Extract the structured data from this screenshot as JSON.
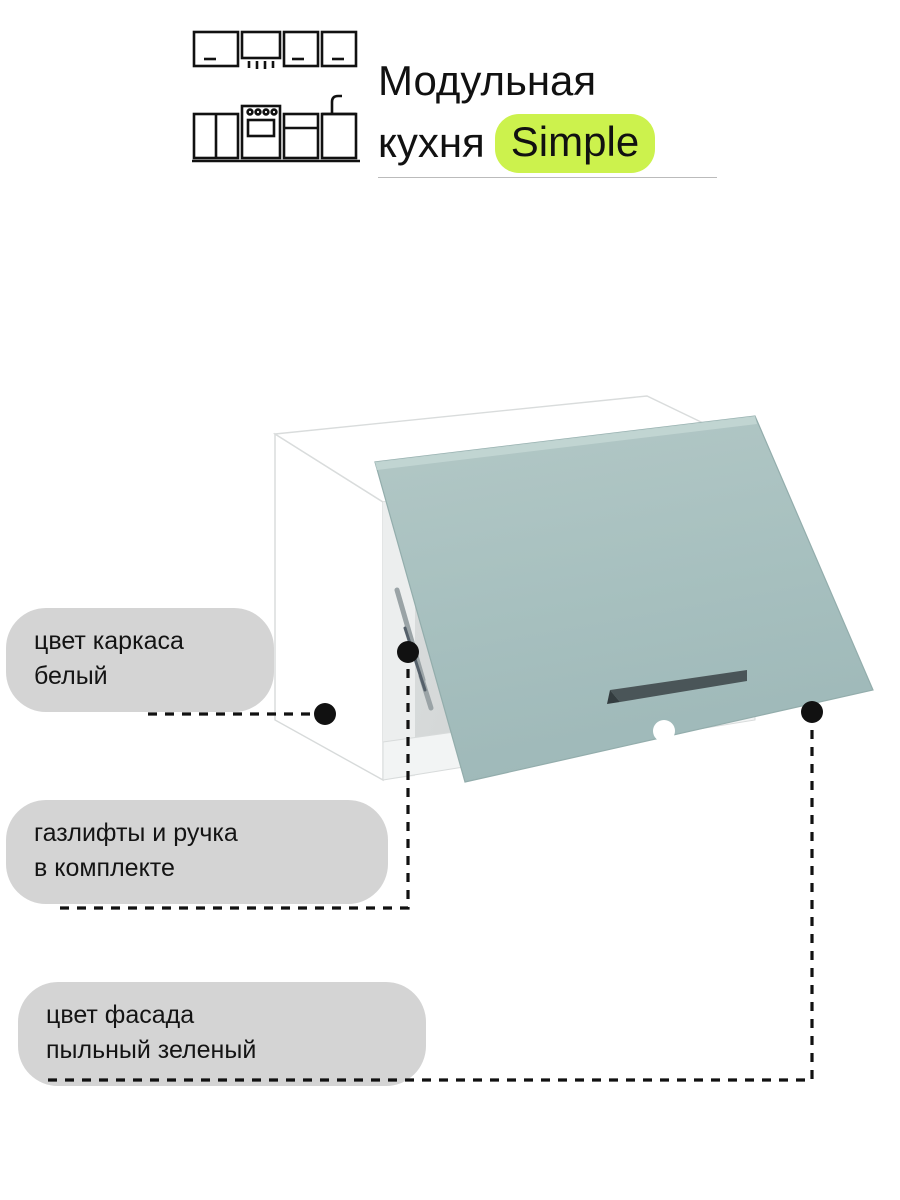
{
  "header": {
    "icon_name": "kitchen-modules-icon",
    "line1": "Модульная",
    "line2_prefix": "кухня",
    "badge": "Simple",
    "badge_color": "#ccf24d"
  },
  "product": {
    "illustration_name": "wall-cabinet-with-lift-up-door",
    "frame_color_hex": "#ffffff",
    "facade_color_hex": "#a9c2c1",
    "handle_color_hex": "#4a5558"
  },
  "callouts": [
    {
      "id": "frame-color",
      "text": "цвет каркаса\nбелый",
      "dot_name": "callout-dot-frame"
    },
    {
      "id": "gas-lifts",
      "text": "газлифты и ручка\nв комплекте",
      "dot_name": "callout-dot-lifts"
    },
    {
      "id": "facade-color",
      "text": "цвет фасада\nпыльный зеленый",
      "dot_name": "callout-dot-facade"
    }
  ]
}
